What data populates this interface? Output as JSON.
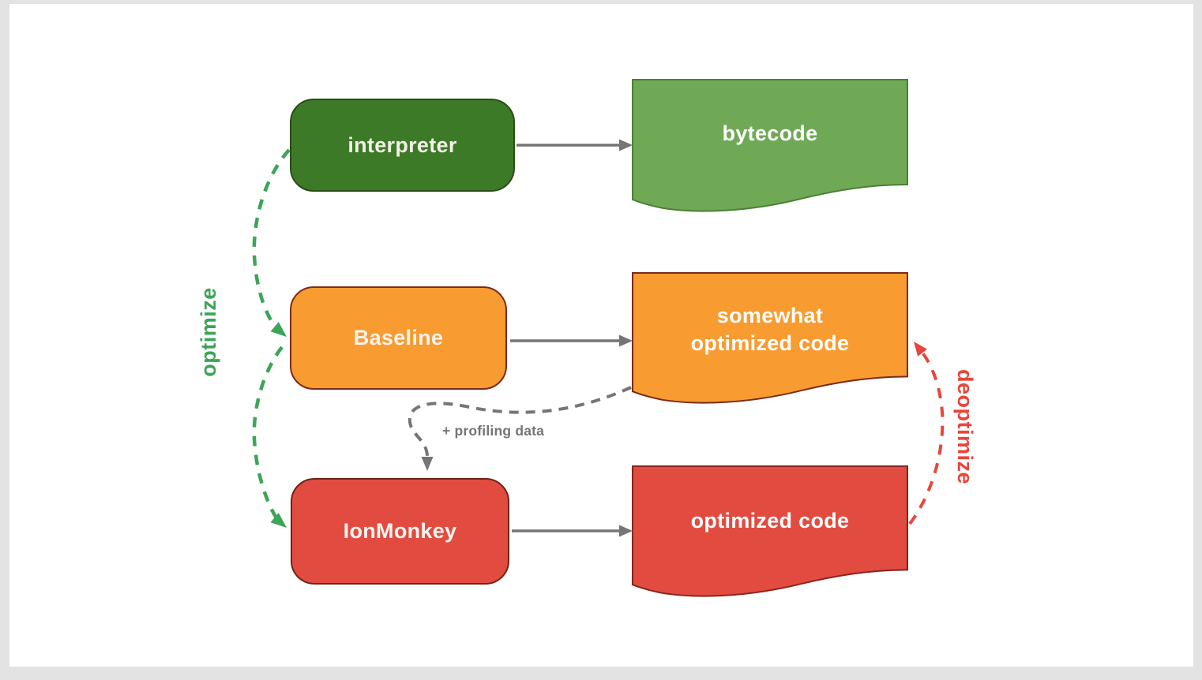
{
  "diagram": {
    "background_color": "#e3e3e3",
    "canvas_color": "#ffffff",
    "nodes": {
      "interpreter": {
        "label": "interpreter",
        "fill": "#3d7a28",
        "stroke": "#2a4d17",
        "text_color": "#f3f0e9"
      },
      "baseline": {
        "label": "Baseline",
        "fill": "#f89b31",
        "stroke": "#7b2a1b",
        "text_color": "#f7f4ee"
      },
      "ionmonkey": {
        "label": "IonMonkey",
        "fill": "#e24b40",
        "stroke": "#6e2418",
        "text_color": "#f7f4ee"
      },
      "bytecode": {
        "label": "bytecode",
        "fill": "#6fa956",
        "stroke": "#4e7f35",
        "text_color": "#ffffff"
      },
      "somewhat_optimized_code": {
        "line1": "somewhat",
        "line2": "optimized code",
        "fill": "#f89b31",
        "stroke": "#7b2a1b",
        "text_color": "#ffffff"
      },
      "optimized_code": {
        "label": "optimized code",
        "fill": "#e24b40",
        "stroke": "#8a241c",
        "text_color": "#ffffff"
      }
    },
    "edges": {
      "optimize": {
        "label": "optimize",
        "color": "#3ba558"
      },
      "deoptimize": {
        "label": "deoptimize",
        "color": "#e8463a"
      },
      "profiling": {
        "label": "+ profiling data",
        "color": "#757575"
      },
      "flow_arrow_color": "#757575"
    }
  }
}
